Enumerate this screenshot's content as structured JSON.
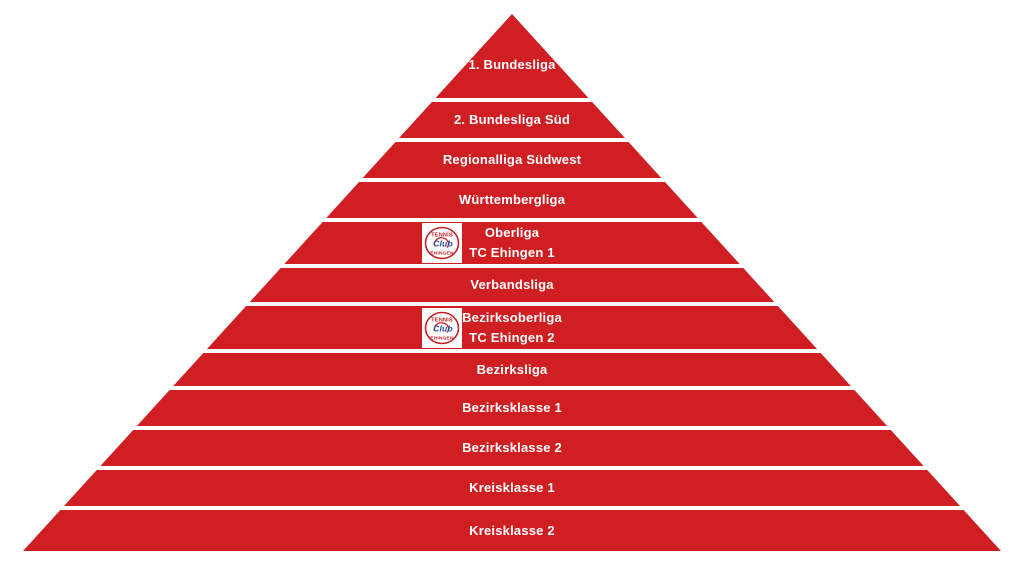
{
  "pyramid": {
    "colors": {
      "level_fill": "#d01f23",
      "level_text": "#ffffff",
      "separator": "#ffffff"
    },
    "levels": [
      {
        "label": "1. Bundesliga"
      },
      {
        "label": "2. Bundesliga Süd"
      },
      {
        "label": "Regionalliga Südwest"
      },
      {
        "label": "Württembergliga"
      },
      {
        "label": "Oberliga",
        "team": "TC Ehingen 1",
        "logo": "tc-ehingen-club-badge"
      },
      {
        "label": "Verbandsliga"
      },
      {
        "label": "Bezirksoberliga",
        "team": "TC Ehingen 2",
        "logo": "tc-ehingen-club-badge"
      },
      {
        "label": "Bezirksliga"
      },
      {
        "label": "Bezirksklasse 1"
      },
      {
        "label": "Bezirksklasse 2"
      },
      {
        "label": "Kreisklasse 1"
      },
      {
        "label": "Kreisklasse 2"
      }
    ],
    "logo": {
      "line1": "TENNIS",
      "line2": "Club",
      "line3": "EHINGEN",
      "badge_text_color": "#c62026",
      "script_color": "#2a4b9b"
    }
  }
}
